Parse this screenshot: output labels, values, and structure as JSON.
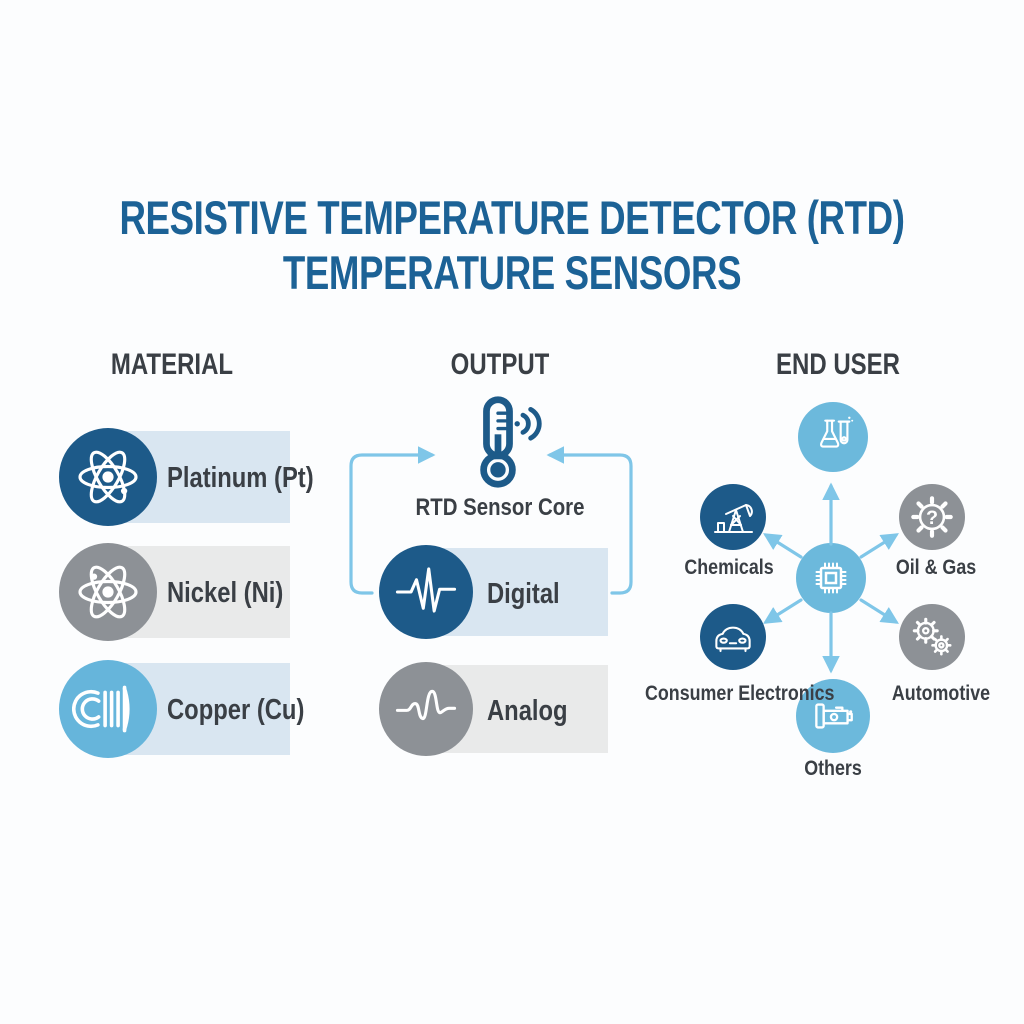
{
  "title": {
    "line1": "RESISTIVE TEMPERATURE DETECTOR (RTD)",
    "line2": "TEMPERATURE SENSORS"
  },
  "columns": {
    "material": "MATERIAL",
    "output": "OUTPUT",
    "end_user": "END USER"
  },
  "material": {
    "items": [
      {
        "label": "Platinum (Pt)",
        "icon": "atom-icon"
      },
      {
        "label": "Nickel (Ni)",
        "icon": "atom-icon"
      },
      {
        "label": "Copper (Cu)",
        "icon": "coil-icon"
      }
    ]
  },
  "output": {
    "core_label": "RTD Sensor Core",
    "core_icon": "thermometer-signal-icon",
    "items": [
      {
        "label": "Digital",
        "icon": "digital-waveform-icon"
      },
      {
        "label": "Analog",
        "icon": "analog-waveform-icon"
      }
    ]
  },
  "end_user": {
    "hub_icon": "chip-icon",
    "nodes": [
      {
        "label": "",
        "icon": "flasks-icon"
      },
      {
        "label": "Chemicals",
        "icon": "oil-pumpjack-icon"
      },
      {
        "label": "Oil & Gas",
        "icon": "gear-question-icon"
      },
      {
        "label": "Consumer Electronics",
        "icon": "car-icon"
      },
      {
        "label": "Automotive",
        "icon": "gears-icon"
      },
      {
        "label": "Others",
        "icon": "engine-icon"
      }
    ]
  },
  "colors": {
    "title_blue": "#1c6296",
    "dark_blue": "#1d5a89",
    "light_blue": "#6cb9dc",
    "copper_blue": "#66b5db",
    "gray": "#8d9196",
    "row_blue_bg": "#d9e6f1",
    "row_gray_bg": "#e9eaea",
    "arrow_blue": "#7fc6e8",
    "text_dark": "#3a3f45",
    "background": "#fcfdfe"
  }
}
